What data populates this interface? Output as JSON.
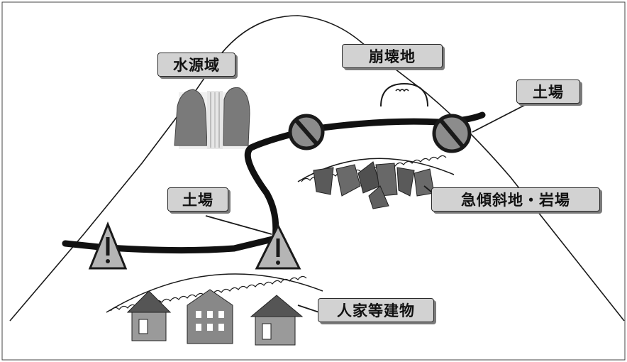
{
  "labels": {
    "water_source": "水源域",
    "collapse_area": "崩壊地",
    "earth_fill_top": "土場",
    "earth_fill_left": "土場",
    "steep_slope": "急傾斜地・岩場",
    "houses": "人家等建物"
  },
  "colors": {
    "label_fill": "#d2d2d2",
    "road": "#111111",
    "ink": "#1a1a1a"
  },
  "icons": [
    "prohibited-sign-icon",
    "warning-sign-icon",
    "waterfall-icon",
    "rock-icon",
    "house-icon",
    "building-icon"
  ]
}
